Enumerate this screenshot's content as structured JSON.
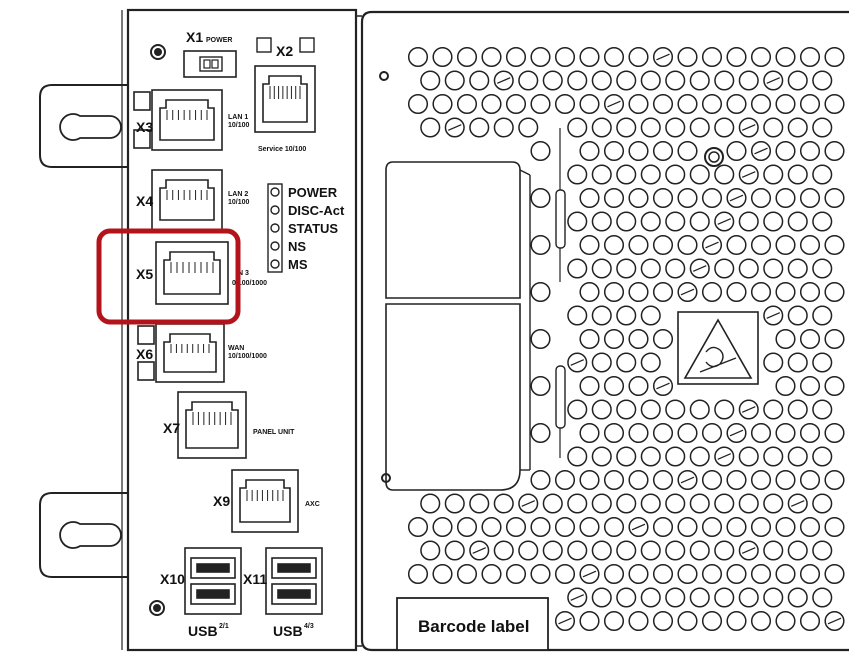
{
  "ports": {
    "x1": {
      "id": "X1",
      "label": "POWER"
    },
    "x2": {
      "id": "X2",
      "label": "Service 10/100"
    },
    "x3": {
      "id": "X3",
      "label_line1": "LAN 1",
      "label_line2": "10/100"
    },
    "x4": {
      "id": "X4",
      "label_line1": "LAN 2",
      "label_line2": "10/100"
    },
    "x5": {
      "id": "X5",
      "label_line1": "N 3",
      "label_line2": "0/100/1000"
    },
    "x6": {
      "id": "X6",
      "label_line1": "WAN",
      "label_line2": "10/100/1000"
    },
    "x7": {
      "id": "X7",
      "label": "PANEL UNIT"
    },
    "x9": {
      "id": "X9",
      "label": "AXC"
    },
    "x10": {
      "id": "X10",
      "label": "USB",
      "sup": "2/1"
    },
    "x11": {
      "id": "X11",
      "label": "USB",
      "sup": "4/3"
    }
  },
  "leds": [
    "POWER",
    "DISC-Act",
    "STATUS",
    "NS",
    "MS"
  ],
  "barcode_label": "Barcode label",
  "highlight": {
    "target": "X5",
    "color": "#b3141b"
  },
  "colors": {
    "line": "#222222",
    "background": "#ffffff"
  }
}
